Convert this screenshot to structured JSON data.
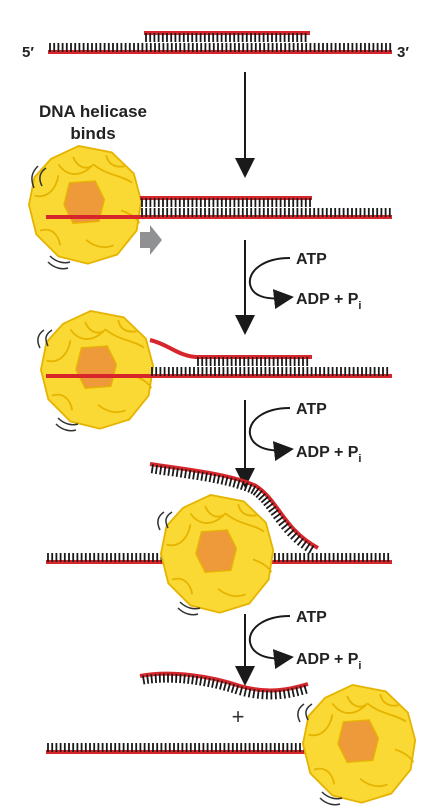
{
  "labels": {
    "five_prime": "5′",
    "three_prime": "3′",
    "helicase_line1": "DNA helicase",
    "helicase_line2": "binds",
    "atp": "ATP",
    "adp": "ADP + P",
    "pi_sub": "i",
    "plus": "+"
  },
  "steps": [
    {
      "atp": "ATP",
      "adp": "ADP + P",
      "sub": "i"
    },
    {
      "atp": "ATP",
      "adp": "ADP + P",
      "sub": "i"
    },
    {
      "atp": "ATP",
      "adp": "ADP + P",
      "sub": "i"
    }
  ],
  "colors": {
    "strand": "#d7262b",
    "ticks": "#1a1a1a",
    "helicase": "#fad934",
    "helicase_outline": "#e6b400",
    "helicase_core": "#ee9a3a",
    "arrow": "#1a1a1a",
    "push_arrow": "#8f9192"
  }
}
